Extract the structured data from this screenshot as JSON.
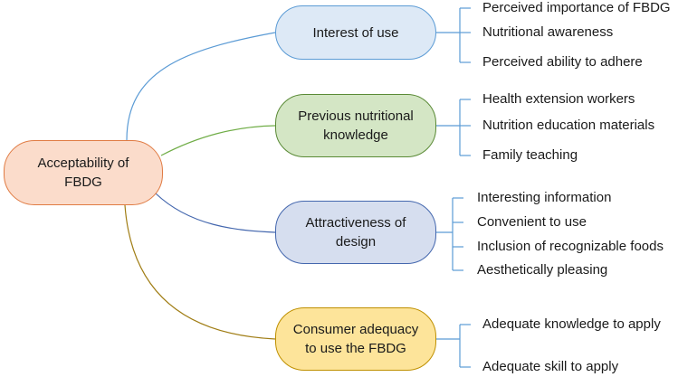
{
  "root": {
    "label_line1": "Acceptability of",
    "label_line2": "FBDG"
  },
  "branches": [
    {
      "line1": "Interest of use",
      "line2": "",
      "leaves": [
        "Perceived importance of FBDG",
        "Nutritional awareness",
        "Perceived ability to adhere"
      ]
    },
    {
      "line1": "Previous nutritional",
      "line2": "knowledge",
      "leaves": [
        "Health extension workers",
        "Nutrition education materials",
        "Family teaching"
      ]
    },
    {
      "line1": "Attractiveness of",
      "line2": "design",
      "leaves": [
        "Interesting information",
        "Convenient to use",
        "Inclusion of recognizable foods",
        "Aesthetically pleasing"
      ]
    },
    {
      "line1": "Consumer adequacy",
      "line2": "to use the FBDG",
      "leaves": [
        "Adequate knowledge to apply",
        "Adequate skill to apply"
      ]
    }
  ],
  "colors": {
    "branch1_line": "#5b9bd5",
    "branch2_line": "#70ad47",
    "branch3_line": "#4467ae",
    "branch4_line": "#a07d14",
    "bracket": "#5b9bd5"
  }
}
